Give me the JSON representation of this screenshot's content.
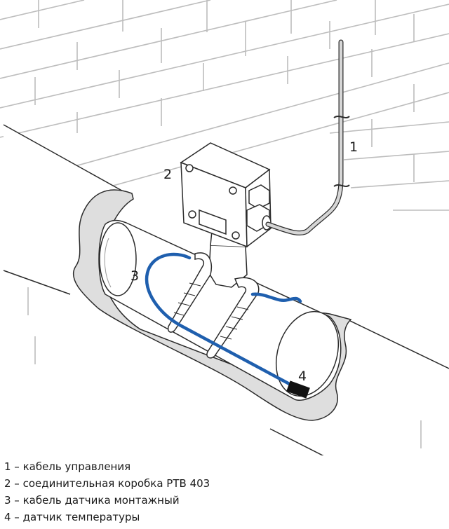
{
  "callouts": {
    "c1": "1",
    "c2": "2",
    "c3": "3",
    "c4": "4"
  },
  "legend": [
    "1 – кабель управления",
    "2 – соединительная коробка PTB 403",
    "3 – кабель датчика монтажный",
    "4 – датчик температуры"
  ],
  "colors": {
    "sensor_cable": "#1f5fae",
    "brick_line": "#bdbdbd",
    "outline": "#2b2b2b"
  }
}
